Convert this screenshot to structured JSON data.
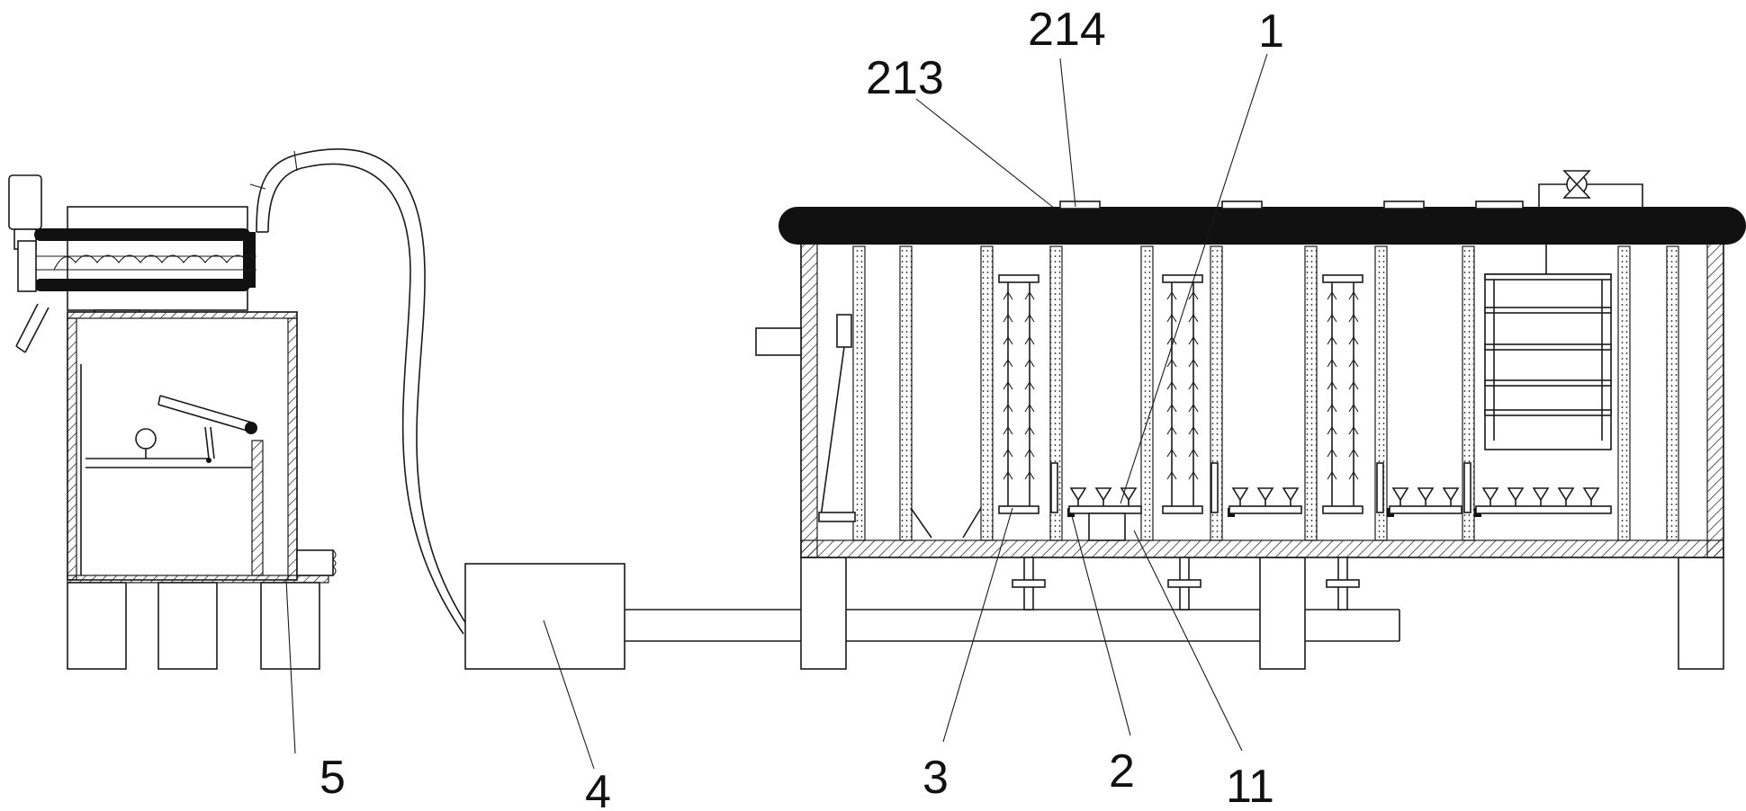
{
  "labels": {
    "l214": "214",
    "l213": "213",
    "l1": "1",
    "l5": "5",
    "l4": "4",
    "l3": "3",
    "l2": "2",
    "l11": "11"
  },
  "colors": {
    "line": "#1a1a1a",
    "background": "#ffffff",
    "hatch": "#1a1a1a"
  }
}
